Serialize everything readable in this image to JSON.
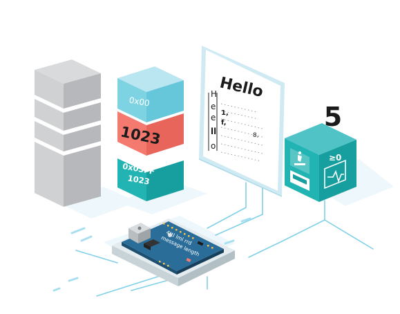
{
  "memory_block": {
    "hex_low": "0x00",
    "value": "1023",
    "hex_high": "0x03FF",
    "decimal_high": "1023"
  },
  "paper": {
    "title": "Hello",
    "letters": [
      "H",
      "e",
      "e",
      "ll",
      "o"
    ],
    "marks": [
      "1,",
      "f,",
      "8,"
    ]
  },
  "counter": {
    "number": "5",
    "symbol": "≥0"
  },
  "board": {
    "label_line1": "4ttl lml rrd",
    "label_line2": "message length"
  },
  "colors": {
    "teal": "#22b3b3",
    "teal_light": "#7ed3e3",
    "coral": "#f47a70",
    "gray": "#c3c5c8",
    "board_blue": "#2b6d99",
    "wire": "#7fd0e8"
  }
}
